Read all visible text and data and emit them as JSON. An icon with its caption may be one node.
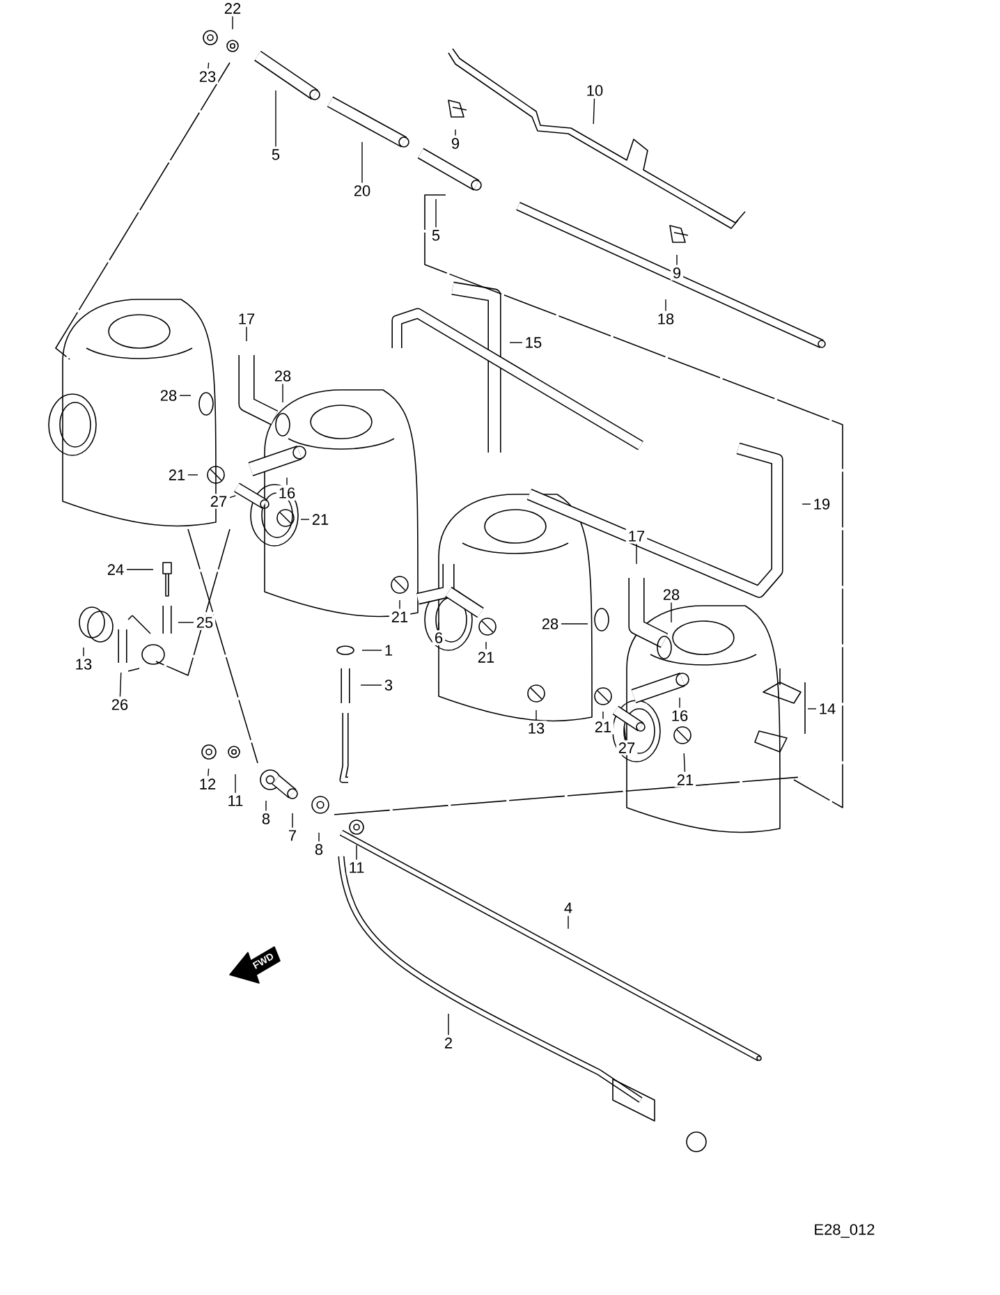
{
  "diagram": {
    "nodes": [
      {
        "text": [
          "22"
        ]
      },
      {
        "text": [
          "23"
        ]
      },
      {
        "text": [
          "5"
        ]
      },
      {
        "text": [
          "20"
        ]
      },
      {
        "text": [
          "9"
        ]
      },
      {
        "text": [
          "10"
        ]
      },
      {
        "text": [
          "5"
        ]
      },
      {
        "text": [
          "9"
        ]
      },
      {
        "text": [
          "18"
        ]
      },
      {
        "text": [
          "17"
        ]
      },
      {
        "text": [
          "28"
        ]
      },
      {
        "text": [
          "28"
        ]
      },
      {
        "text": [
          "15"
        ]
      },
      {
        "text": [
          "21"
        ]
      },
      {
        "text": [
          "16"
        ]
      },
      {
        "text": [
          "27"
        ]
      },
      {
        "text": [
          "21"
        ]
      },
      {
        "text": [
          "19"
        ]
      },
      {
        "text": [
          "24"
        ]
      },
      {
        "text": [
          "25"
        ]
      },
      {
        "text": [
          "13"
        ]
      },
      {
        "text": [
          "26"
        ]
      },
      {
        "text": [
          "17"
        ]
      },
      {
        "text": [
          "28"
        ]
      },
      {
        "text": [
          "28"
        ]
      },
      {
        "text": [
          "21"
        ]
      },
      {
        "text": [
          "6"
        ]
      },
      {
        "text": [
          "21"
        ]
      },
      {
        "text": [
          "1"
        ]
      },
      {
        "text": [
          "3"
        ]
      },
      {
        "text": [
          "14"
        ]
      },
      {
        "text": [
          "13"
        ]
      },
      {
        "text": [
          "21"
        ]
      },
      {
        "text": [
          "27"
        ]
      },
      {
        "text": [
          "16"
        ]
      },
      {
        "text": [
          "21"
        ]
      },
      {
        "text": [
          "12"
        ]
      },
      {
        "text": [
          "11"
        ]
      },
      {
        "text": [
          "8"
        ]
      },
      {
        "text": [
          "7"
        ]
      },
      {
        "text": [
          "8"
        ]
      },
      {
        "text": [
          "11"
        ]
      },
      {
        "text": [
          "4"
        ]
      },
      {
        "text": [
          "2"
        ]
      }
    ],
    "edges": [
      {
        "from": 0,
        "to": null,
        "arrow": "none"
      },
      {
        "from": 1,
        "to": null,
        "arrow": "none"
      },
      {
        "from": 2,
        "to": null,
        "arrow": "none"
      },
      {
        "from": 3,
        "to": null,
        "arrow": "none"
      },
      {
        "from": 4,
        "to": null,
        "arrow": "none"
      },
      {
        "from": 5,
        "to": null,
        "arrow": "none"
      },
      {
        "from": 6,
        "to": null,
        "arrow": "none"
      },
      {
        "from": 7,
        "to": null,
        "arrow": "none"
      },
      {
        "from": 8,
        "to": null,
        "arrow": "none"
      },
      {
        "from": 9,
        "to": null,
        "arrow": "none"
      },
      {
        "from": 10,
        "to": null,
        "arrow": "none"
      },
      {
        "from": 11,
        "to": null,
        "arrow": "none"
      },
      {
        "from": 12,
        "to": null,
        "arrow": "none"
      },
      {
        "from": 13,
        "to": null,
        "arrow": "none"
      },
      {
        "from": 14,
        "to": null,
        "arrow": "none"
      },
      {
        "from": 15,
        "to": null,
        "arrow": "none"
      },
      {
        "from": 16,
        "to": null,
        "arrow": "none"
      },
      {
        "from": 17,
        "to": null,
        "arrow": "none"
      },
      {
        "from": 18,
        "to": null,
        "arrow": "none"
      },
      {
        "from": 19,
        "to": null,
        "arrow": "none"
      },
      {
        "from": 20,
        "to": null,
        "arrow": "none"
      },
      {
        "from": 21,
        "to": null,
        "arrow": "none"
      },
      {
        "from": 22,
        "to": null,
        "arrow": "none"
      },
      {
        "from": 23,
        "to": null,
        "arrow": "none"
      },
      {
        "from": 24,
        "to": null,
        "arrow": "none"
      },
      {
        "from": 25,
        "to": null,
        "arrow": "none"
      },
      {
        "from": 26,
        "to": null,
        "arrow": "none"
      },
      {
        "from": 27,
        "to": null,
        "arrow": "none"
      },
      {
        "from": 28,
        "to": null,
        "arrow": "none"
      },
      {
        "from": 29,
        "to": null,
        "arrow": "none"
      },
      {
        "from": 30,
        "to": null,
        "arrow": "none"
      },
      {
        "from": 31,
        "to": null,
        "arrow": "none"
      },
      {
        "from": 32,
        "to": null,
        "arrow": "none"
      },
      {
        "from": 33,
        "to": null,
        "arrow": "none"
      },
      {
        "from": 34,
        "to": null,
        "arrow": "none"
      },
      {
        "from": 35,
        "to": null,
        "arrow": "none"
      },
      {
        "from": 36,
        "to": null,
        "arrow": "none"
      },
      {
        "from": 37,
        "to": null,
        "arrow": "none"
      },
      {
        "from": 38,
        "to": null,
        "arrow": "none"
      },
      {
        "from": 39,
        "to": null,
        "arrow": "none"
      },
      {
        "from": 40,
        "to": null,
        "arrow": "none"
      },
      {
        "from": 41,
        "to": null,
        "arrow": "none"
      },
      {
        "from": 42,
        "to": null,
        "arrow": "none"
      },
      {
        "from": 43,
        "to": null,
        "arrow": "none"
      }
    ],
    "labels": [
      "FWD",
      "E28_012"
    ]
  }
}
